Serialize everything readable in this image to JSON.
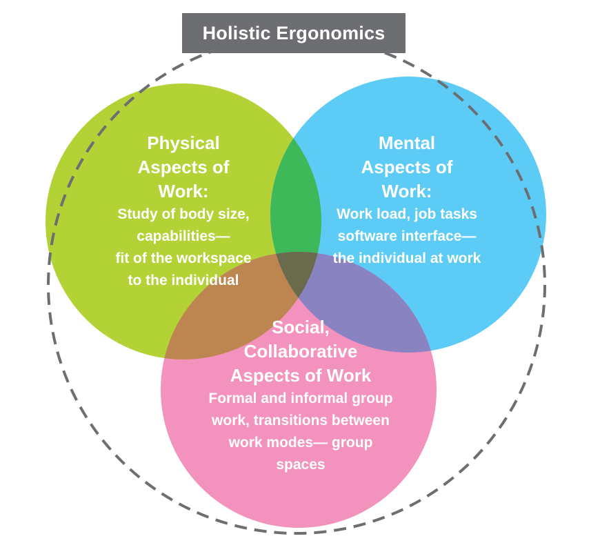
{
  "title": "Holistic Ergonomics",
  "colors": {
    "physical": "#b2d235",
    "mental": "#5ccbf5",
    "social": "#f392bd",
    "physical_mental_overlap": "#3fb85a",
    "physical_social_overlap": "#bd8651",
    "mental_social_overlap": "#8a83c2",
    "center_overlap": "#6a6b4c",
    "dashed_outline": "#6d6e71",
    "title_box": "#6d6e71",
    "text": "#ffffff"
  },
  "circles": {
    "physical": {
      "heading_lines": [
        "Physical",
        "Aspects of",
        "Work:"
      ],
      "body_lines": [
        "Study of body size,",
        "capabilities—",
        "fit of the workspace",
        "to the individual"
      ]
    },
    "mental": {
      "heading_lines": [
        "Mental",
        "Aspects of",
        "Work:"
      ],
      "body_lines": [
        "Work load, job tasks",
        "software interface—",
        "the individual at work"
      ]
    },
    "social": {
      "heading_lines": [
        "Social,",
        "Collaborative",
        "Aspects of Work"
      ],
      "body_lines": [
        "Formal and informal group",
        "work, transitions between",
        "work modes— group",
        "spaces"
      ]
    }
  }
}
